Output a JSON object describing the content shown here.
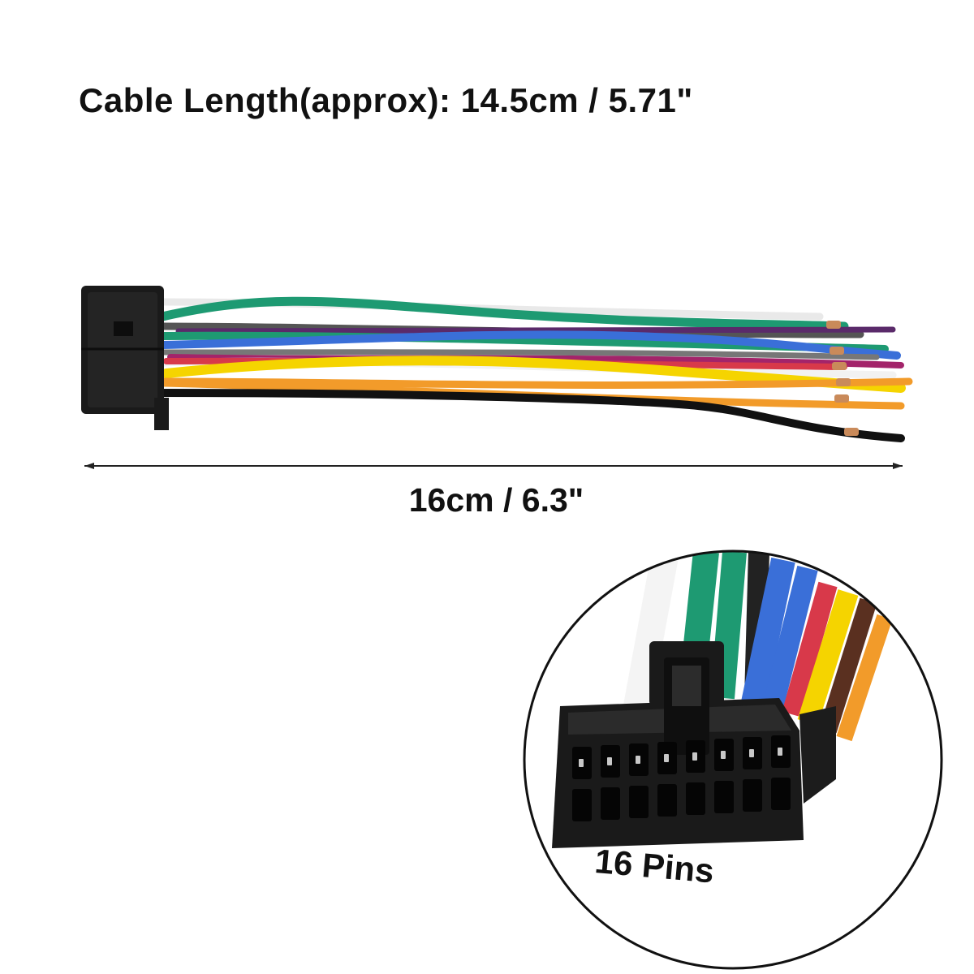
{
  "labels": {
    "cable_length": "Cable Length(approx): 14.5cm / 5.71\"",
    "overall_length": "16cm / 6.3\"",
    "pin_count": "16 Pins"
  },
  "colors": {
    "wires": [
      "#ffffff",
      "#1e9a72",
      "#555555",
      "#1e9a72",
      "#3a6fd8",
      "#7a2a6a",
      "#ffffff",
      "#d8394a",
      "#f5d400",
      "#f29b2a",
      "#111111"
    ],
    "connector": "#1a1a1a",
    "copper": "#c98a5a"
  }
}
